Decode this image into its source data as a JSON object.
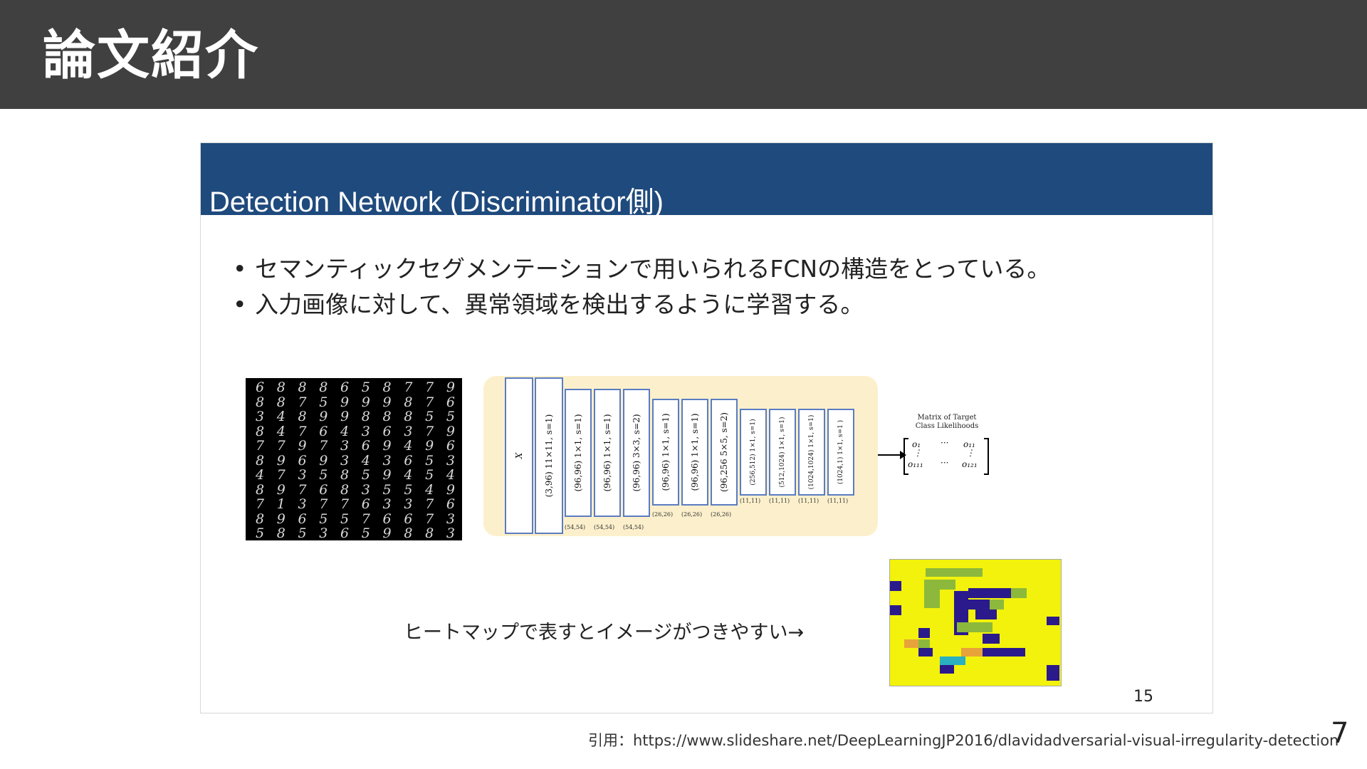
{
  "header": {
    "title": "論文紹介"
  },
  "card": {
    "title": "Detection Network (Discriminator側)",
    "bullets": [
      "セマンティックセグメンテーションで用いられるFCNの構造をとっている。",
      "入力画像に対して、異常領域を検出するように学習する。"
    ],
    "bullet_symbol": "•"
  },
  "mnist_digits": [
    "6888658779",
    "8875999876",
    "3489988855",
    "8476436379",
    "7797369496",
    "8969343653",
    "4735859454",
    "8976835549",
    "7137763376",
    "8965576673",
    "5853659883"
  ],
  "network": {
    "layers": [
      {
        "label": "X"
      },
      {
        "label": "(3,96) 11×11, s=1)"
      },
      {
        "label": "(96,96) 1×1, s=1)"
      },
      {
        "label": "(96,96) 1×1, s=1)"
      },
      {
        "label": "(96,96) 3×3, s=2)"
      },
      {
        "label": "(96,96) 1×1, s=1)"
      },
      {
        "label": "(96,96) 1×1, s=1)"
      },
      {
        "label": "(96,256 5×5, s=2)"
      },
      {
        "label": "(256,512) 1×1, s=1)"
      },
      {
        "label": "(512,1024) 1×1, s=1)"
      },
      {
        "label": "(1024,1024) 1×1, s=1)"
      },
      {
        "label": "(1024,1) 1×1, s=1 )"
      }
    ],
    "dims": [
      "(54,54)",
      "(54,54)",
      "(54,54)",
      "(26,26)",
      "(26,26)",
      "(26,26)",
      "(11,11)",
      "(11,11)",
      "(11,11)",
      "(11,11)"
    ],
    "matrix_title_line1": "Matrix of Target",
    "matrix_title_line2": "Class Likelihoods",
    "matrix": {
      "top_left": "o₁",
      "top_dots": "···",
      "top_right": "o₁₁",
      "vdots": "⋮",
      "bottom_left": "o₁₁₁",
      "bottom_dots": "···",
      "bottom_right": "o₁₂₁"
    }
  },
  "heatmap": {
    "label": "ヒートマップで表すとイメージがつきやすい→",
    "colors": {
      "yellow": "#f2f20c",
      "green": "#8cb83c",
      "navy": "#2b1a8c",
      "orange": "#e8a23a",
      "cyan": "#2ab0c0"
    }
  },
  "slide_number": "15",
  "citation": "引用：https://www.slideshare.net/DeepLearningJP2016/dlavidadversarial-visual-irregularity-detection",
  "page_number": "7"
}
